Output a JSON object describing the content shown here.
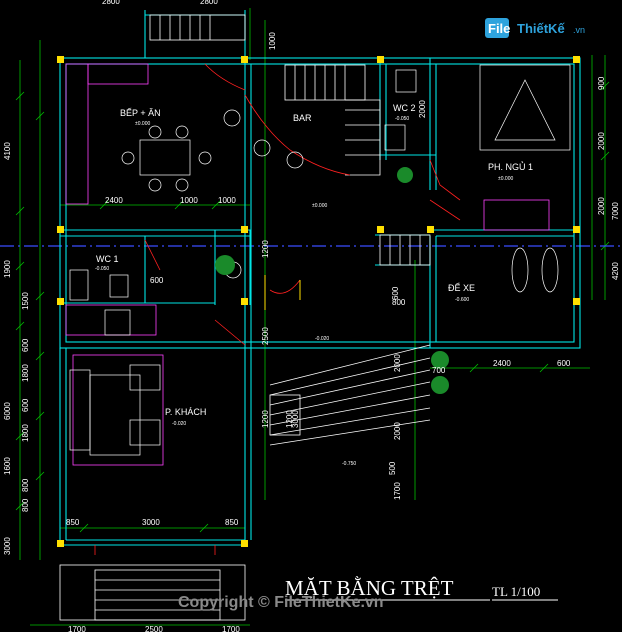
{
  "logo": {
    "file": "File",
    "brand": "ThiếtKế",
    "tld": ".vn"
  },
  "title": {
    "main": "MẶT BẰNG TRỆT",
    "scale": "TL 1/100"
  },
  "watermark": "Copyright © FileThietKe.vn",
  "rooms": {
    "kitchen": {
      "name": "BẾP + ĂN",
      "level": "±0.000"
    },
    "bar": {
      "name": "BAR"
    },
    "wc2": {
      "name": "WC 2",
      "level": "-0.050"
    },
    "bedroom": {
      "name": "PH. NGỦ 1",
      "level": "±0.000"
    },
    "hall": {
      "level": "±0.000"
    },
    "wc1": {
      "name": "WC 1",
      "level": "-0.050"
    },
    "garage": {
      "name": "ĐỂ XE",
      "level": "-0.600"
    },
    "center": {
      "level": "-0.020"
    },
    "living": {
      "name": "P. KHÁCH",
      "level": "-0.020"
    },
    "porch": {
      "level": "-0.750"
    }
  },
  "dimensions": {
    "top": [
      "2800",
      "2800"
    ],
    "kitchen_row": [
      "2400",
      "1000",
      "1000"
    ],
    "garage_row": [
      "2400",
      "600"
    ],
    "bottom_row": [
      "850",
      "3000",
      "850"
    ],
    "bottom_edge": [
      "1700",
      "2500",
      "1700"
    ],
    "left_outer": [
      "4100",
      "1900",
      "6000",
      "1600",
      "3000"
    ],
    "left_inner": [
      "1500",
      "600",
      "1800",
      "600",
      "1800",
      "800",
      "800"
    ],
    "right_outer": [
      "7000",
      "4200"
    ],
    "right_inner": [
      "900",
      "2000",
      "2000"
    ],
    "center_vertical": [
      "1000",
      "2000",
      "1200",
      "2500",
      "1200",
      "3000",
      "1200",
      "2000",
      "600"
    ],
    "center_horizontal": [
      "600",
      "800",
      "700"
    ],
    "stair_vertical": [
      "2000",
      "500",
      "1700"
    ]
  }
}
